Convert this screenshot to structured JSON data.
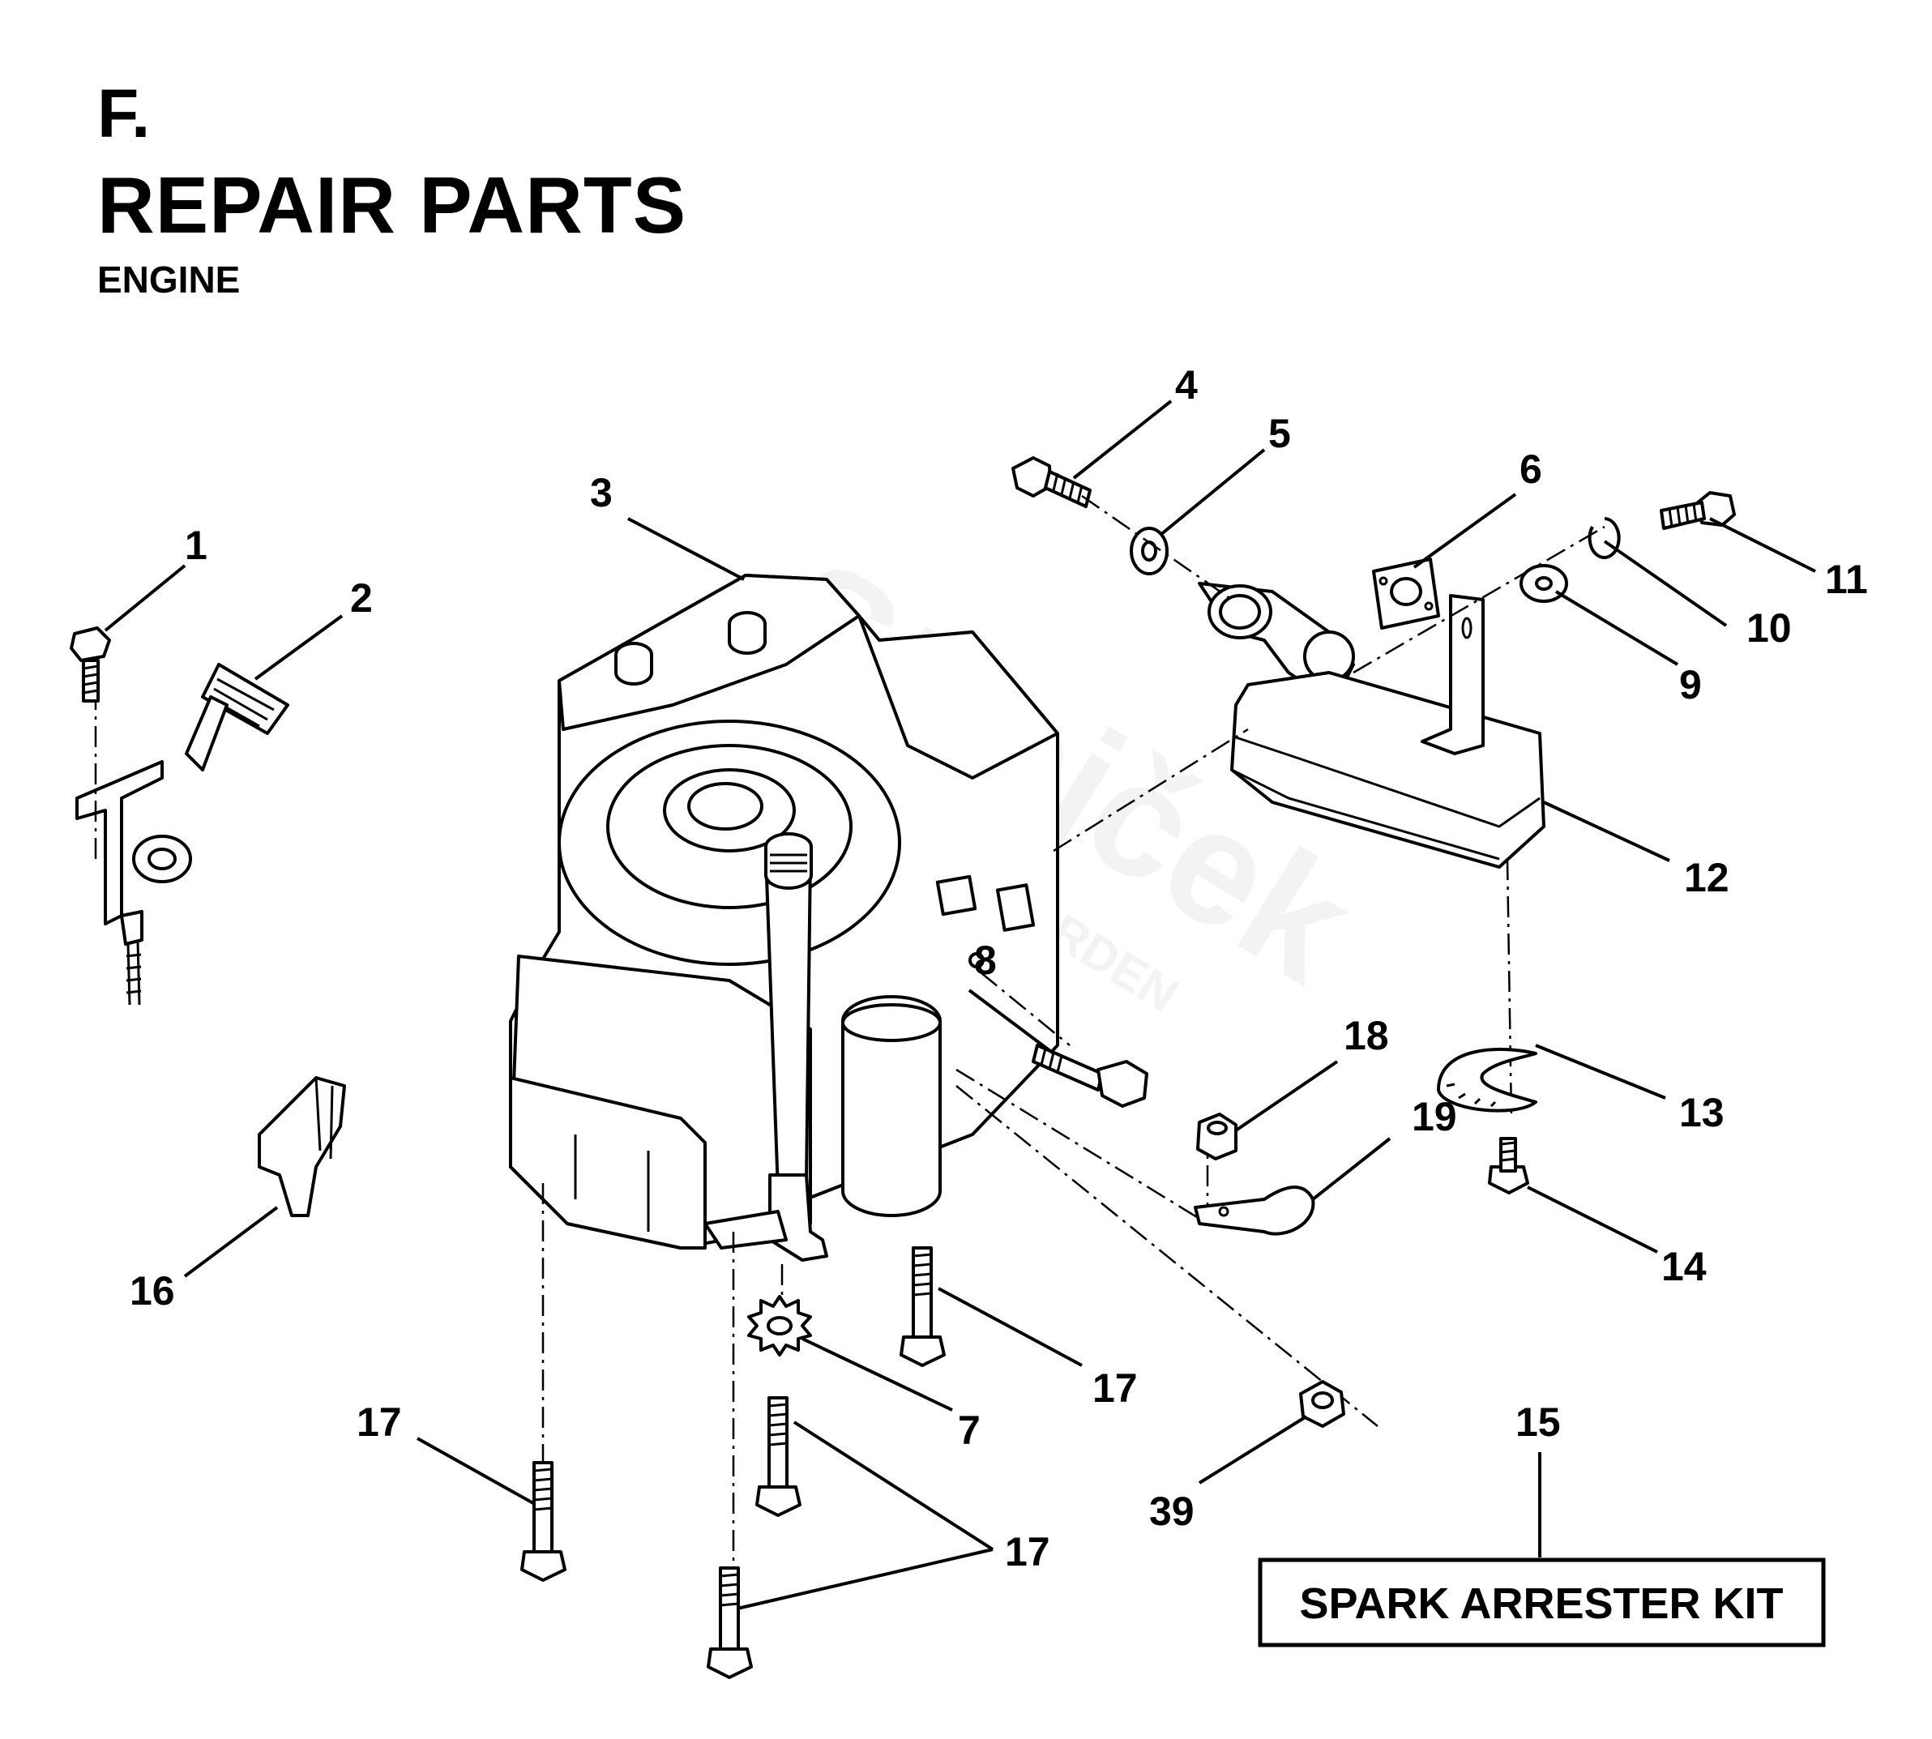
{
  "header": {
    "section": "F.",
    "title": "REPAIR PARTS",
    "subtitle": "ENGINE"
  },
  "callouts": {
    "c1": "1",
    "c2": "2",
    "c3": "3",
    "c4": "4",
    "c5": "5",
    "c6": "6",
    "c7": "7",
    "c8": "8",
    "c9": "9",
    "c10": "10",
    "c11": "11",
    "c12": "12",
    "c13": "13",
    "c14": "14",
    "c15": "15",
    "c16": "16",
    "c17a": "17",
    "c17b": "17",
    "c17c": "17",
    "c18": "18",
    "c19": "19",
    "c39": "39"
  },
  "kit_label": "SPARK ARRESTER KIT",
  "watermark": {
    "brand": "Strojček",
    "tagline": "GARDEN"
  },
  "icons": {
    "engine": "engine-icon",
    "muffler": "muffler-icon",
    "bolt": "bolt-icon",
    "washer": "washer-icon",
    "nut": "nut-icon",
    "bracket": "bracket-icon"
  }
}
